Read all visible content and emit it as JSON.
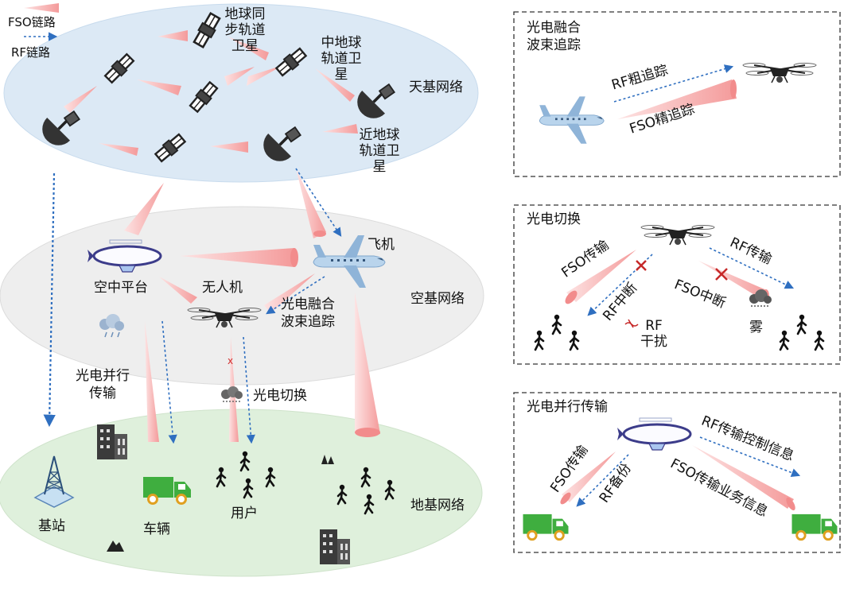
{
  "legend": {
    "fso": "FSO链路",
    "rf": "RF链路"
  },
  "layers": {
    "space": "天基网络",
    "air": "空基网络",
    "ground": "地基网络"
  },
  "satellites": {
    "geo": "地球同步轨道卫星",
    "meo": "中地球轨道卫星",
    "leo": "近地球轨道卫星"
  },
  "air_nodes": {
    "platform": "空中平台",
    "uav": "无人机",
    "plane": "飞机"
  },
  "ground_nodes": {
    "base_station": "基站",
    "vehicle": "车辆",
    "user": "用户"
  },
  "mechanisms": {
    "parallel": "光电并行传输",
    "beam_tracking": "光电融合波束追踪",
    "switching": "光电切换"
  },
  "panel_tracking": {
    "title": "光电融合波束追踪",
    "rf_coarse": "RF粗追踪",
    "fso_fine": "FSO精追踪"
  },
  "panel_switching": {
    "title": "光电切换",
    "fso_tx": "FSO传输",
    "rf_tx": "RF传输",
    "rf_break": "RF中断",
    "fso_break": "FSO中断",
    "rf_interference": "RF干扰",
    "fog": "雾"
  },
  "panel_parallel": {
    "title": "光电并行传输",
    "rf_control": "RF传输控制信息",
    "fso_tx": "FSO传输",
    "rf_backup": "RF备份",
    "fso_business": "FSO传输业务信息"
  },
  "colors": {
    "space_fill": "#dce9f5",
    "air_fill": "#eeeeee",
    "ground_fill": "#dff0dc",
    "fso_beam": "#f4a6a6",
    "rf_link": "#2f6fc0",
    "truck": "#3fae3f"
  }
}
